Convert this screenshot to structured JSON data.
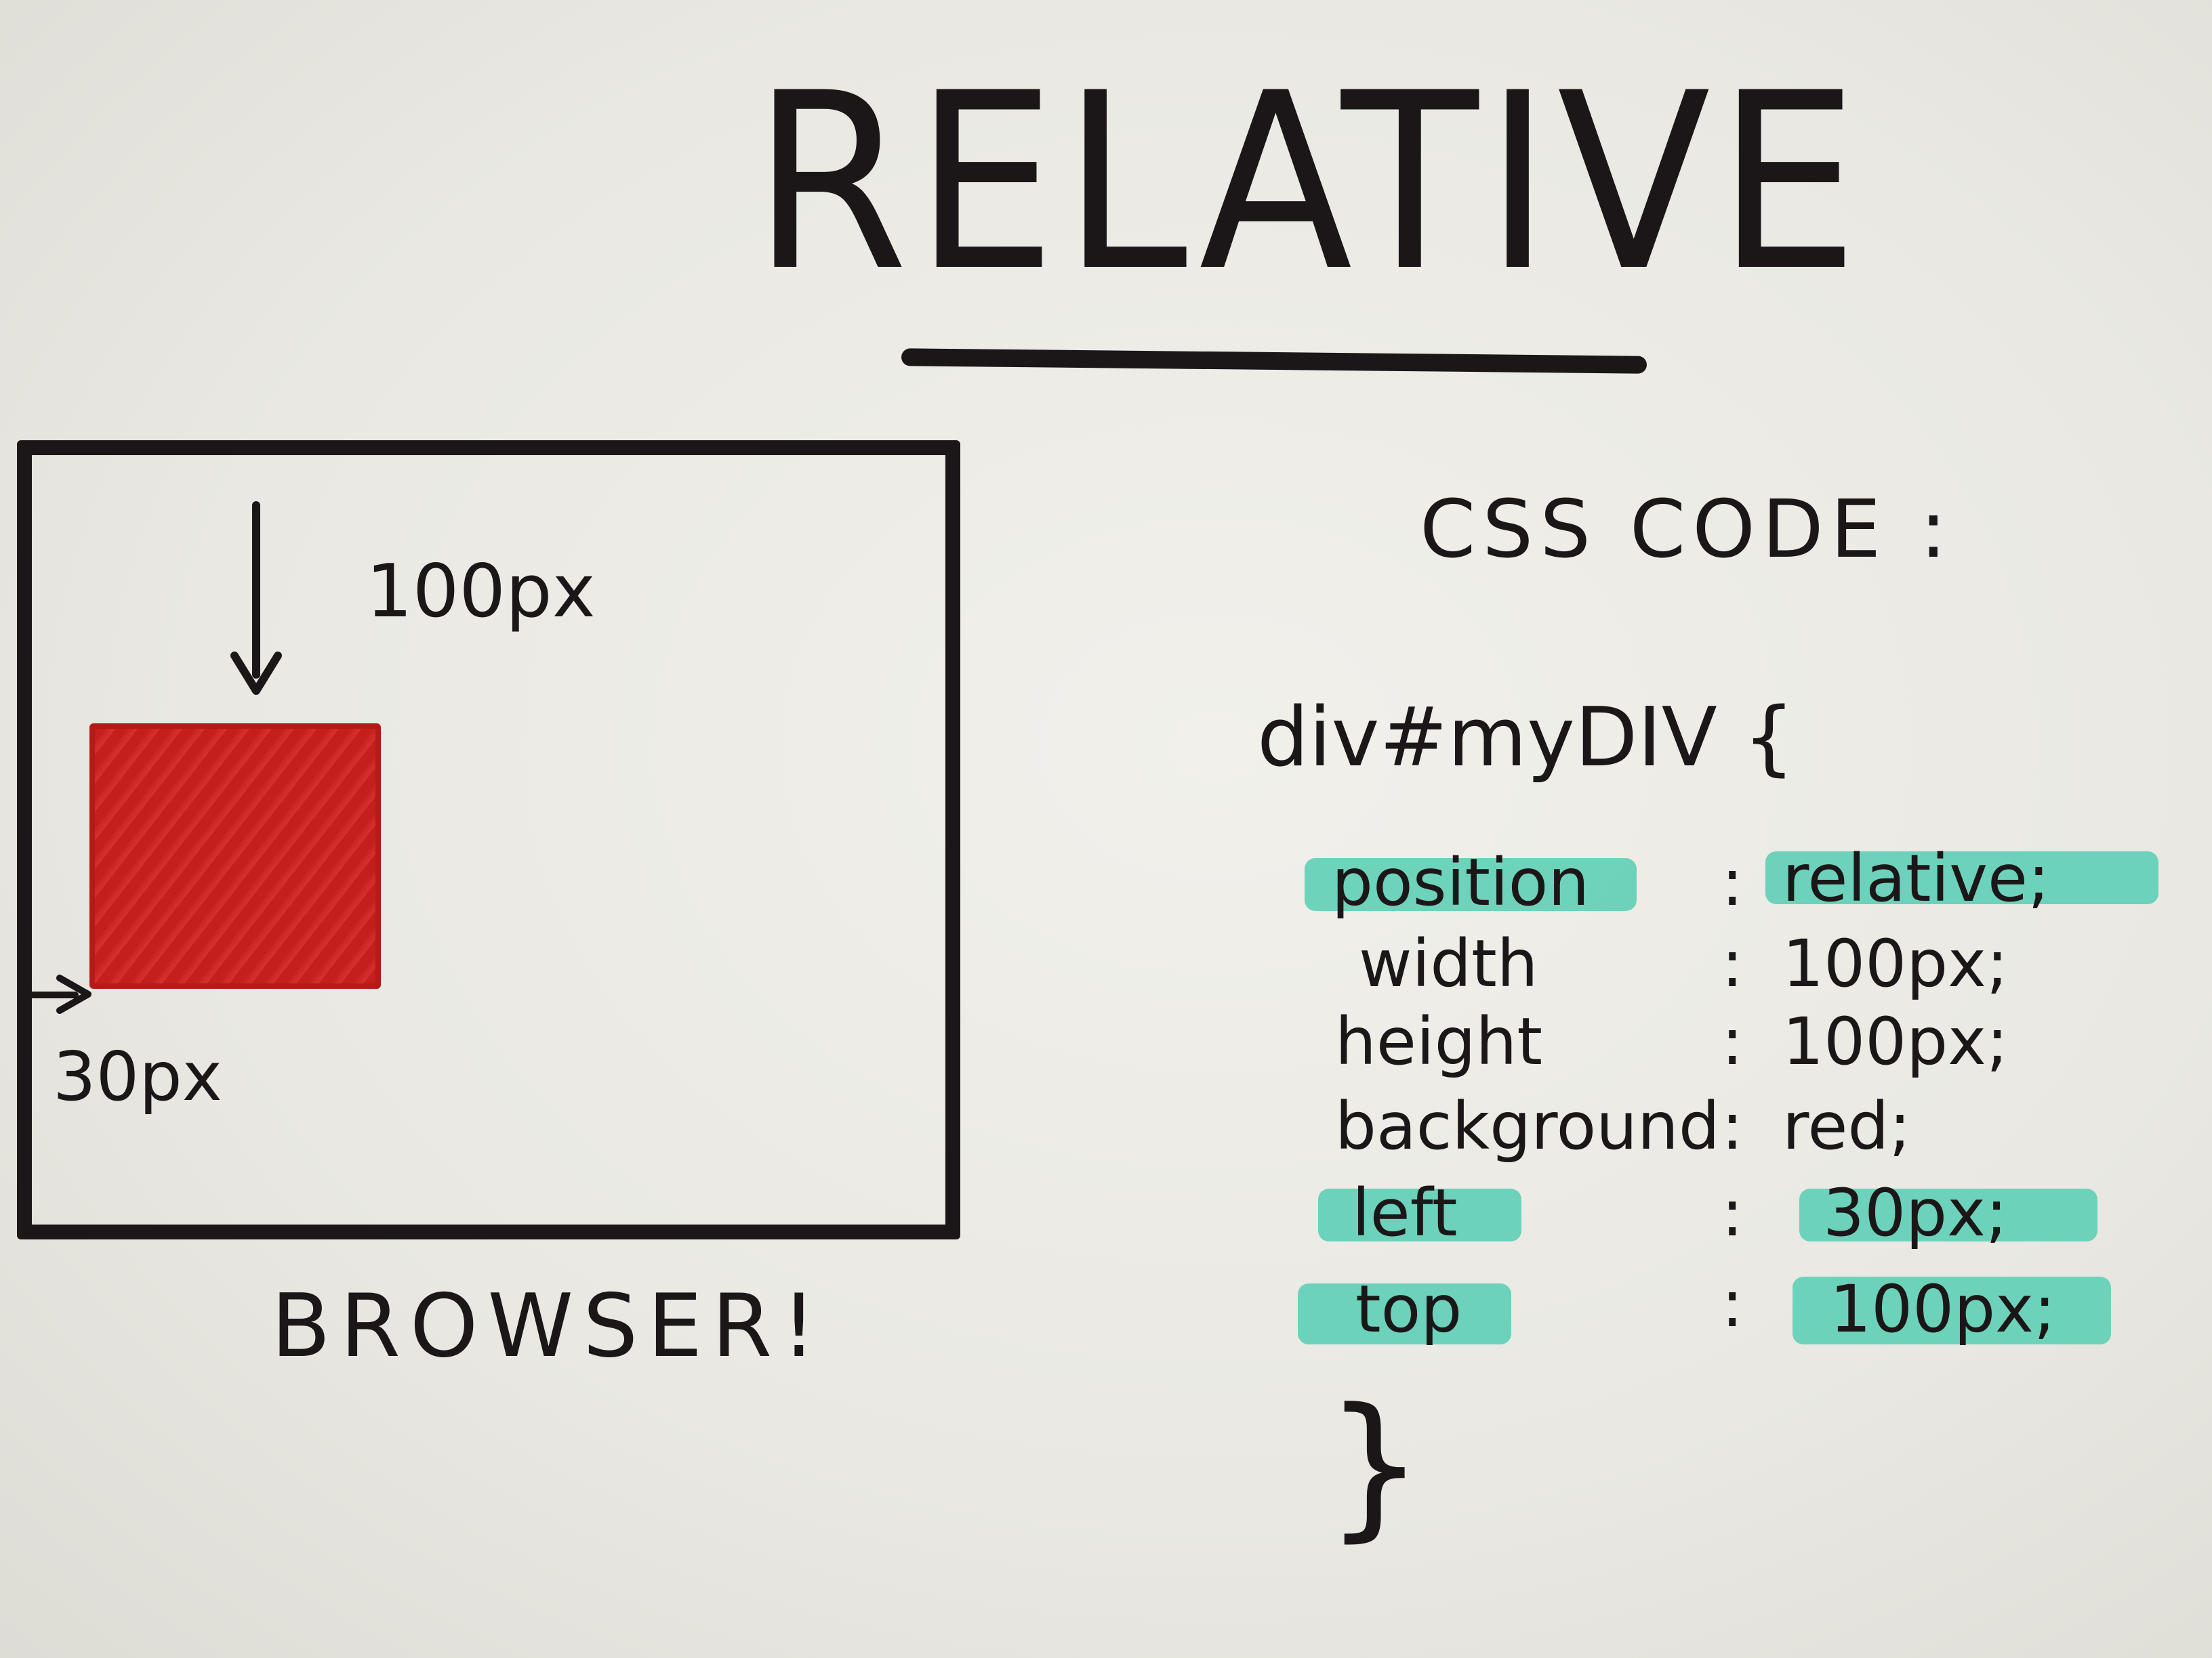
{
  "title": "RELATIVE",
  "browser": {
    "caption": "BROWSER!",
    "top_offset_label": "100px",
    "left_offset_label": "30px",
    "box_color": "#c41f1c"
  },
  "css_panel": {
    "heading": "CSS CODE :",
    "selector": "div#myDIV {",
    "declarations": [
      {
        "property": "position",
        "colon": ":",
        "value": "relative;",
        "highlighted": true
      },
      {
        "property": "width",
        "colon": ":",
        "value": "100px;",
        "highlighted": false
      },
      {
        "property": "height",
        "colon": ":",
        "value": "100px;",
        "highlighted": false
      },
      {
        "property": "background",
        "colon": ":",
        "value": "red;",
        "highlighted": false
      },
      {
        "property": "left",
        "colon": ":",
        "value": "30px;",
        "highlighted": true
      },
      {
        "property": "top",
        "colon": ":",
        "value": "100px;",
        "highlighted": true
      }
    ],
    "closing_brace": "}",
    "highlight_color": "#5fcfb6"
  }
}
